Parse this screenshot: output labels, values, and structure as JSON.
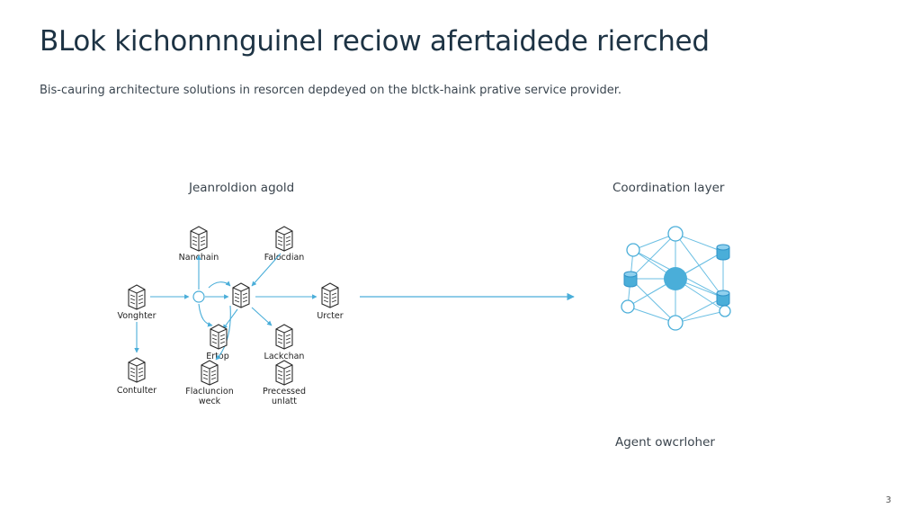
{
  "slide": {
    "title": "BLok kichonnnguinel reciow afertaidede rierched",
    "subtitle": "Bis-cauring architecture solutions in resorcen depdeyed on the blctk-haink prative service provider.",
    "page_number": "3"
  },
  "left_group": {
    "label": "Jeanroldion agold",
    "nodes": [
      {
        "name": "nanchain",
        "label": "Nanchain"
      },
      {
        "name": "falocdian",
        "label": "Falocdian"
      },
      {
        "name": "vonghter",
        "label": "Vonghter"
      },
      {
        "name": "center",
        "label": ""
      },
      {
        "name": "urcter",
        "label": "Urcter"
      },
      {
        "name": "ertop",
        "label": "Ertop"
      },
      {
        "name": "lackchan",
        "label": "Lackchan"
      },
      {
        "name": "contulter",
        "label": "Contulter"
      },
      {
        "name": "flacluncion",
        "label": "Flacluncion\nweck"
      },
      {
        "name": "precessed",
        "label": "Precessed\nunlatt"
      }
    ]
  },
  "right_group": {
    "label": "Coordination layer",
    "footer_label": "Agent owcrloher"
  },
  "colors": {
    "accent": "#4aaed9",
    "accent_dark": "#2f93c8",
    "icon_stroke": "#2b2b2b",
    "text": "#1d3344"
  }
}
